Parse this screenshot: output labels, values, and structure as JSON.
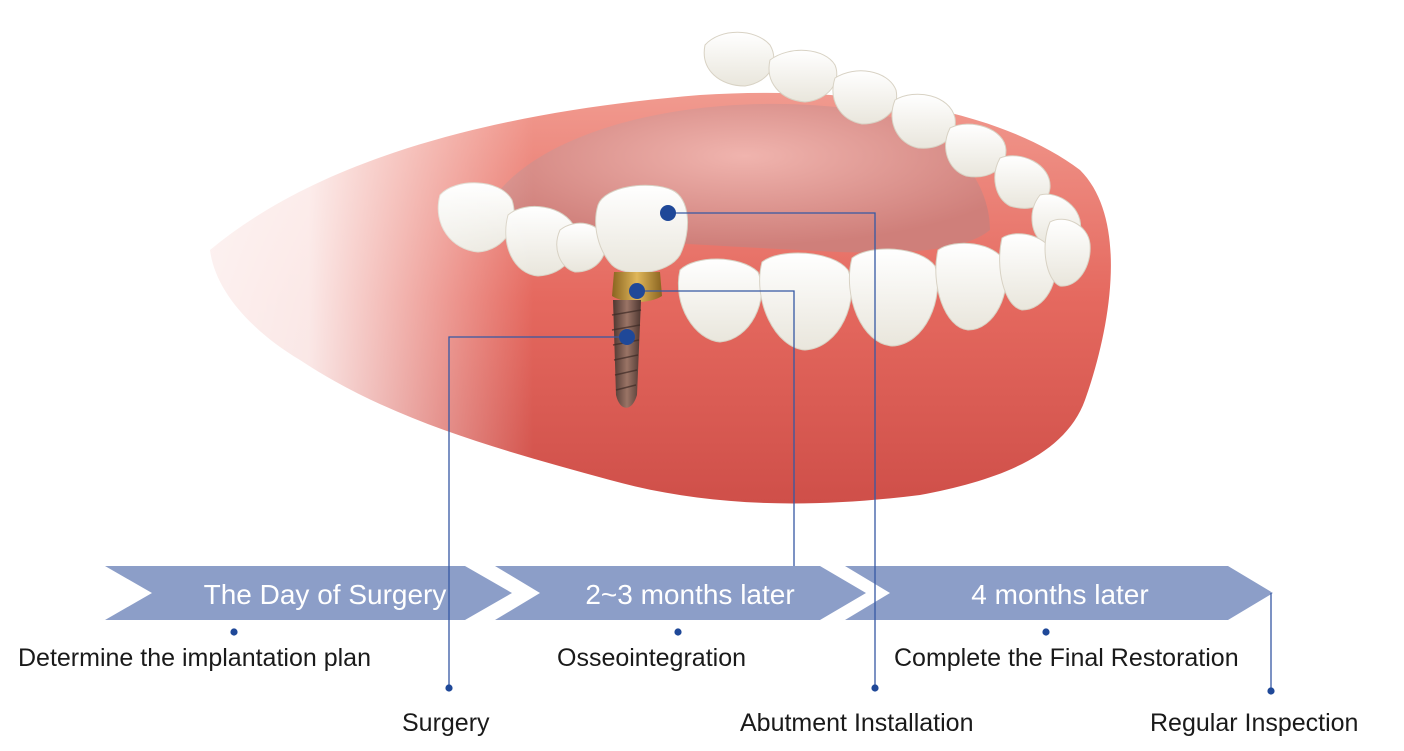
{
  "colors": {
    "banner": "#8c9ec8",
    "line": "#3558a3",
    "dot": "#1f4898",
    "gum": "#e8776d",
    "tooth": "#f7f5ef",
    "tongue": "#d98a86",
    "implant_gold": "#c99a3a",
    "implant_screw": "#7a5a4e"
  },
  "timeline": {
    "stages": [
      {
        "title": "The Day of Surgery",
        "step": "Determine the implantation plan"
      },
      {
        "title": "2~3 months later",
        "step": "Osseointegration"
      },
      {
        "title": "4 months later",
        "step": "Complete the Final Restoration"
      }
    ],
    "callouts": [
      {
        "label": "Surgery",
        "part": "implant-screw"
      },
      {
        "label": "Abutment Installation",
        "part": "crown"
      },
      {
        "label": "Regular Inspection",
        "part": "timeline-end"
      }
    ]
  }
}
